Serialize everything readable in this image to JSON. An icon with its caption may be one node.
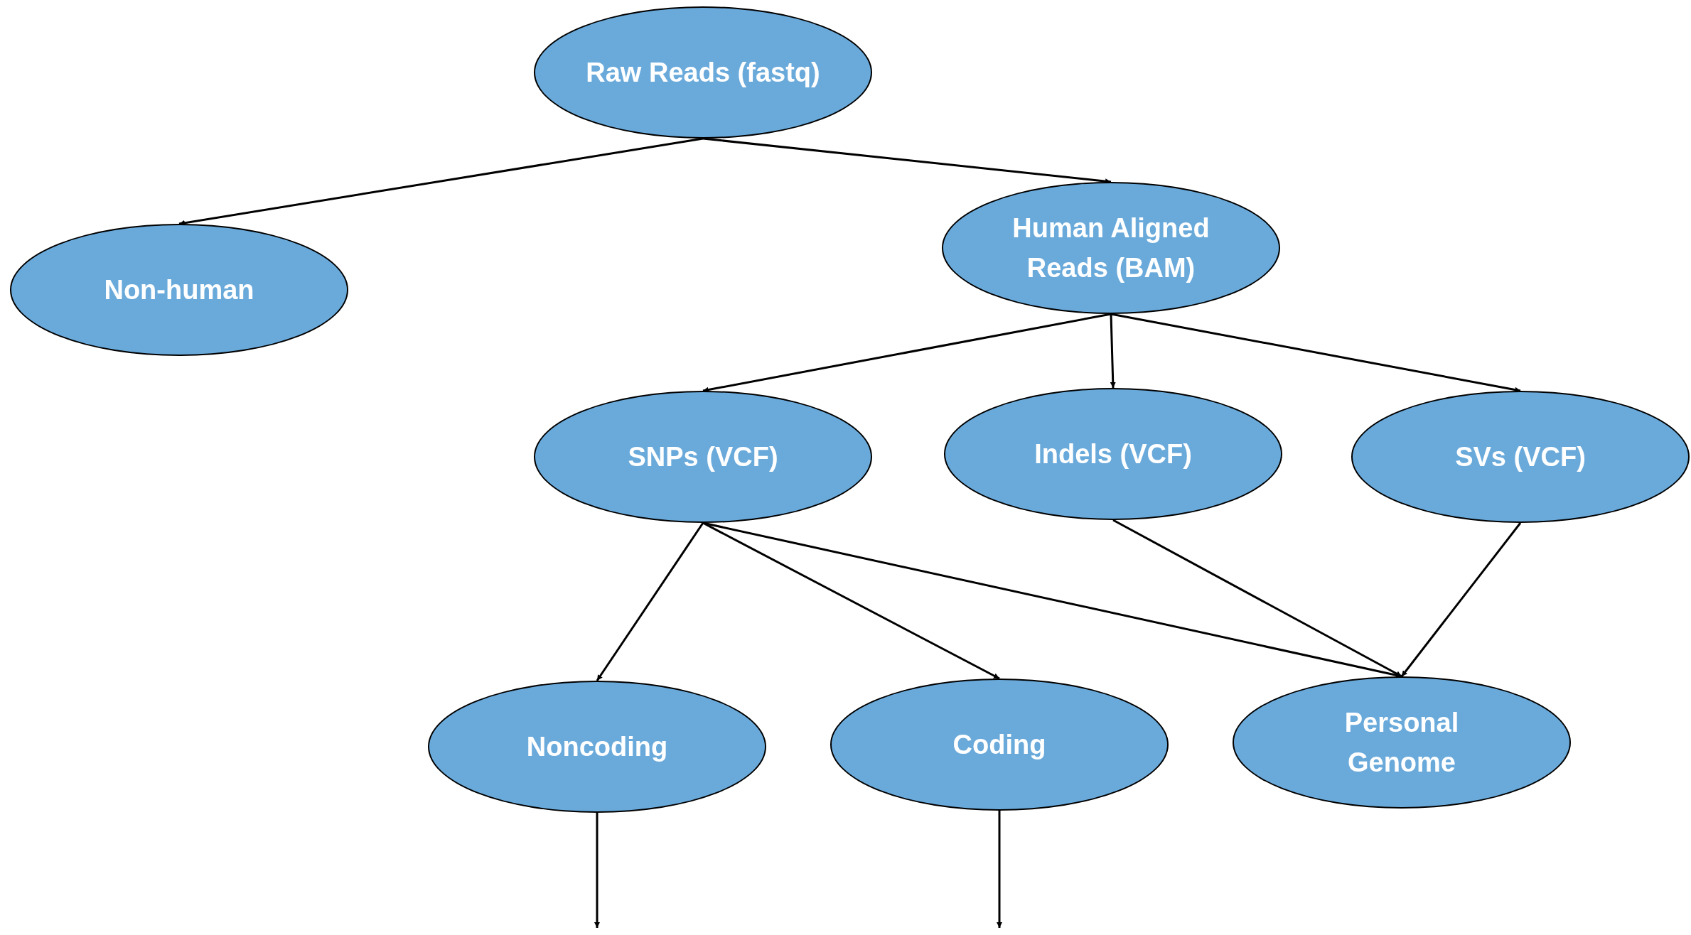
{
  "diagram": {
    "nodes": [
      {
        "text": [
          "Raw Reads (fastq)"
        ]
      },
      {
        "text": [
          "Non-human"
        ]
      },
      {
        "text": [
          "Human Aligned Reads (BAM)"
        ]
      },
      {
        "text": [
          "SNPs (VCF)"
        ]
      },
      {
        "text": [
          "Indels (VCF)"
        ]
      },
      {
        "text": [
          "SVs (VCF)"
        ]
      },
      {
        "text": [
          "Noncoding"
        ]
      },
      {
        "text": [
          "Coding"
        ]
      },
      {
        "text": [
          "Personal Genome"
        ]
      }
    ],
    "edges": [
      {
        "from": 0,
        "to": 1,
        "arrow": "to"
      },
      {
        "from": 0,
        "to": 2,
        "arrow": "to"
      },
      {
        "from": 2,
        "to": 3,
        "arrow": "to"
      },
      {
        "from": 2,
        "to": 4,
        "arrow": "to"
      },
      {
        "from": 2,
        "to": 5,
        "arrow": "to"
      },
      {
        "from": 3,
        "to": 6,
        "arrow": "to"
      },
      {
        "from": 3,
        "to": 7,
        "arrow": "to"
      },
      {
        "from": 3,
        "to": 8,
        "arrow": "to"
      },
      {
        "from": 4,
        "to": 8,
        "arrow": "to"
      },
      {
        "from": 5,
        "to": 8,
        "arrow": "to"
      },
      {
        "from": 6,
        "to": null,
        "arrow": "to"
      },
      {
        "from": 7,
        "to": null,
        "arrow": "to"
      }
    ]
  }
}
